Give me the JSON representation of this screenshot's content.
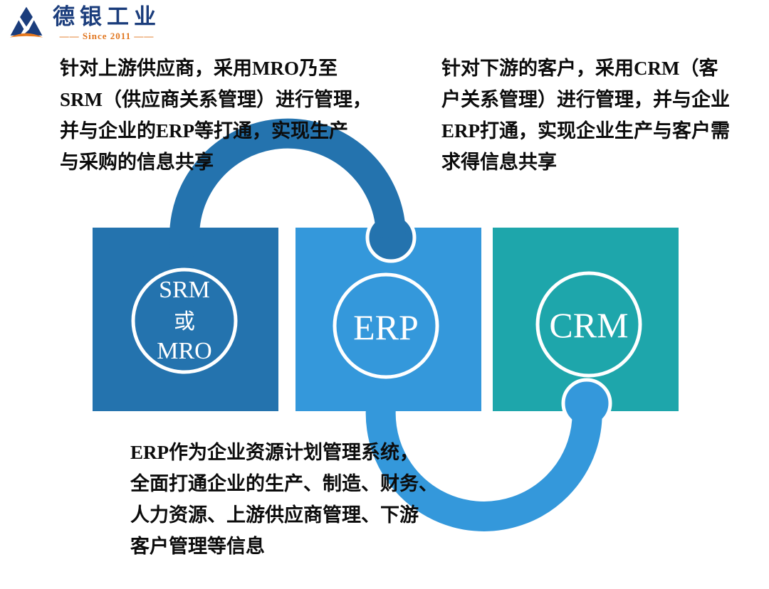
{
  "logo": {
    "company_name": "德银工业",
    "since_label": "—— Since 2011 ——"
  },
  "annotations": {
    "upstream_note": "针对上游供应商，采用MRO乃至\nSRM（供应商关系管理）进行管理，\n并与企业的ERP等打通，实现生产\n与采购的信息共享",
    "downstream_note": "针对下游的客户，采用CRM（客\n户关系管理）进行管理，并与企业\nERP打通，实现企业生产与客户需\n求得信息共享",
    "erp_note": "ERP作为企业资源计划管理系统，\n全面打通企业的生产、制造、财务、\n人力资源、上游供应商管理、下游\n客户管理等信息"
  },
  "diagram": {
    "srm_node": {
      "label_line1": "SRM",
      "label_line2": "或",
      "label_line3": "MRO",
      "color": "#2473ae"
    },
    "erp_node": {
      "label": "ERP",
      "color": "#3498db"
    },
    "crm_node": {
      "label": "CRM",
      "color": "#1ea6ab"
    },
    "links": {
      "upstream_link_color": "#2473ae",
      "downstream_link_color": "#3498db"
    },
    "circle_stroke_color": "#ffffff"
  },
  "colors": {
    "logo_navy": "#1b3d7c",
    "logo_orange": "#e6781e",
    "note_text": "#0c0c0c",
    "background": "#ffffff"
  }
}
